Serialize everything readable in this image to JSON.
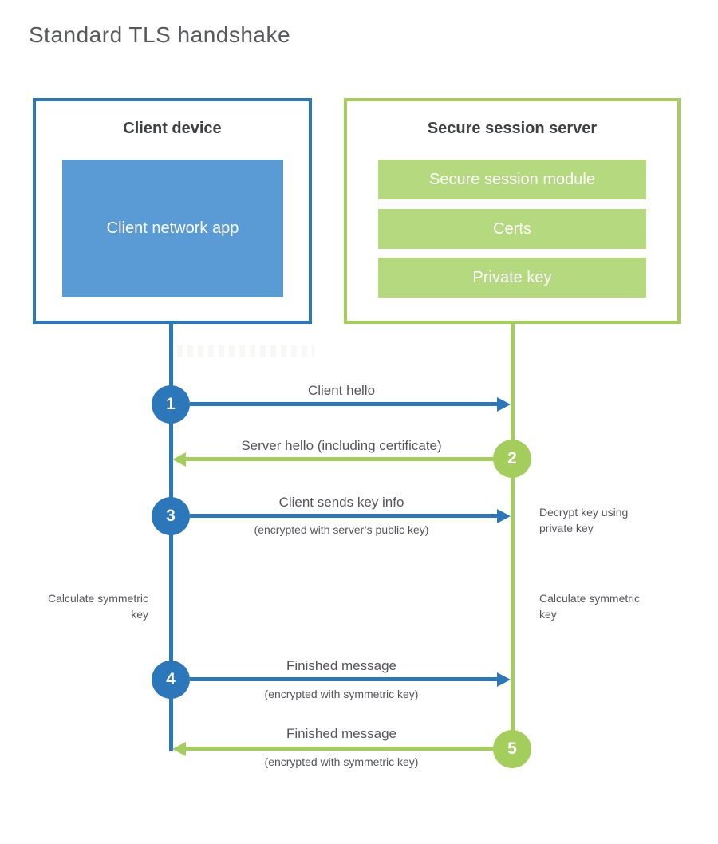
{
  "title": "Standard TLS handshake",
  "colors": {
    "blue": "#2c76ba",
    "blue_fill": "#5b9bd5",
    "green": "#a3ce5c",
    "green_fill": "#b4d97e",
    "text_dark": "#3f4042",
    "text_gray": "#54555a"
  },
  "client": {
    "title": "Client device",
    "app_label": "Client network app"
  },
  "server": {
    "title": "Secure session server",
    "modules": [
      "Secure session module",
      "Certs",
      "Private key"
    ]
  },
  "steps": [
    {
      "number": "1",
      "label": "Client hello",
      "sublabel": "",
      "from": "client",
      "to": "server"
    },
    {
      "number": "2",
      "label": "Server hello (including certificate)",
      "sublabel": "",
      "from": "server",
      "to": "client"
    },
    {
      "number": "3",
      "label": "Client sends key info",
      "sublabel": "(encrypted with server’s public key)",
      "from": "client",
      "to": "server",
      "note": "Decrypt key using private key"
    },
    {
      "number": "4",
      "label": "Finished message",
      "sublabel": "(encrypted with symmetric key)",
      "from": "client",
      "to": "server"
    },
    {
      "number": "5",
      "label": "Finished message",
      "sublabel": "(encrypted with symmetric key)",
      "from": "server",
      "to": "client"
    }
  ],
  "annotations": {
    "client_note": "Calculate symmetric key",
    "server_note": "Calculate symmetric key"
  }
}
